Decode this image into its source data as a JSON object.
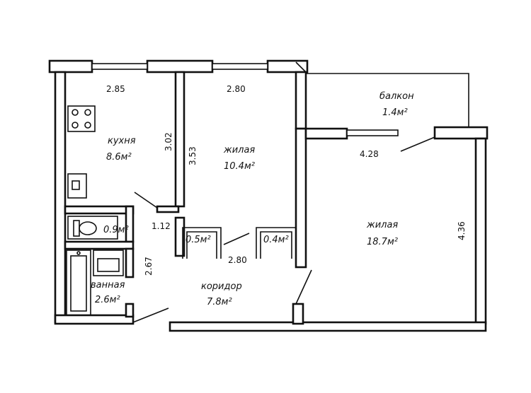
{
  "rooms": {
    "kitchen": {
      "name": "кухня",
      "area": "8.6м²"
    },
    "living1": {
      "name": "жилая",
      "area": "10.4м²"
    },
    "living2": {
      "name": "жилая",
      "area": "18.7м²"
    },
    "balcony": {
      "name": "балкон",
      "area": "1.4м²"
    },
    "bathroom": {
      "name": "ванная",
      "area": "2.6м²"
    },
    "corridor": {
      "name": "коридор",
      "area": "7.8м²"
    },
    "toilet": {
      "area": "0.9м²"
    },
    "closet1": {
      "area": "0.5м²"
    },
    "closet2": {
      "area": "0.4м²"
    }
  },
  "dimensions": {
    "kitchen_width": "2.85",
    "kitchen_height": "3.02",
    "living1_width": "2.80",
    "living1_height": "3.53",
    "living2_width": "4.28",
    "living2_height": "4.36",
    "corridor_width": "2.80",
    "corridor_height": "2.67",
    "passage_width": "1.12"
  },
  "colors": {
    "line": "#111111",
    "background": "#ffffff"
  }
}
